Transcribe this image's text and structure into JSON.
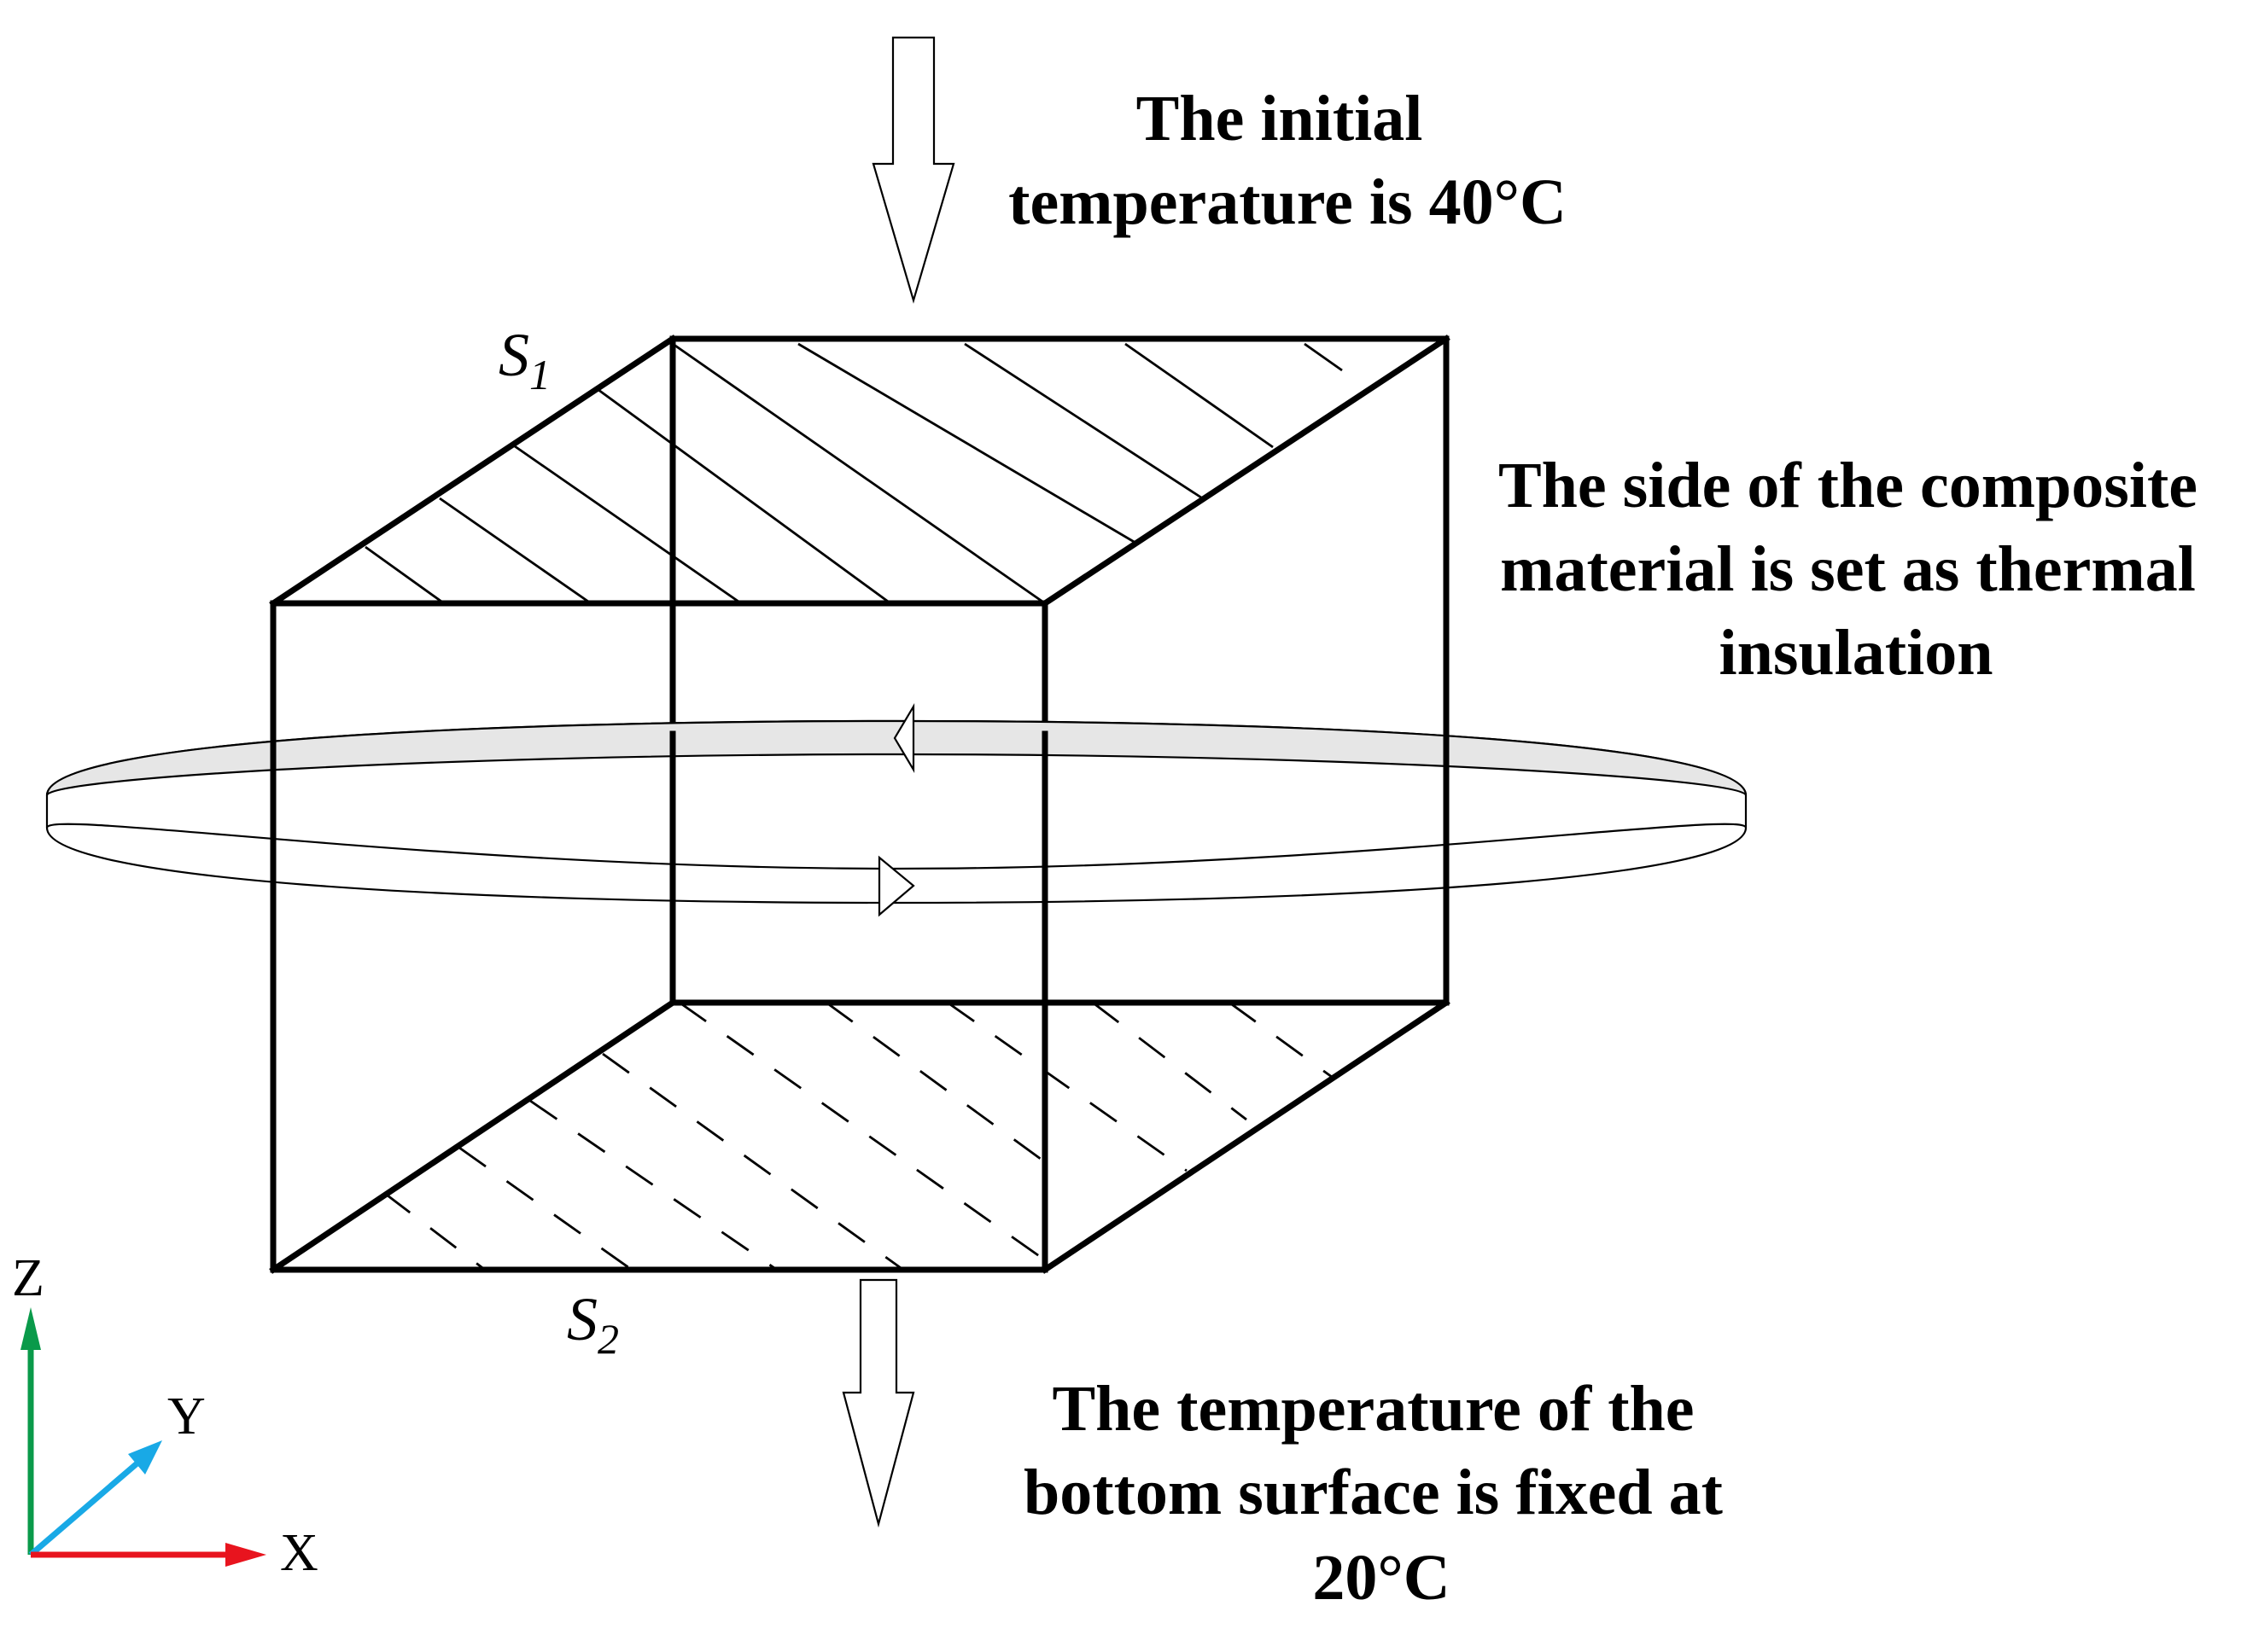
{
  "captions": {
    "top_line1": "The initial",
    "top_line2": "temperature is 40°C",
    "side_line1": "The side of the composite",
    "side_line2": "material is set as thermal",
    "side_line3": "insulation",
    "bottom_line1": "The temperature of the",
    "bottom_line2": "bottom surface is fixed at",
    "bottom_line3": "20°C"
  },
  "faces": {
    "top": {
      "letter": "S",
      "subscript": "1"
    },
    "bottom": {
      "letter": "S",
      "subscript": "2"
    }
  },
  "axes": {
    "z": {
      "label": "Z",
      "color": "#0a9a4a"
    },
    "y": {
      "label": "Y",
      "color": "#19a9e6"
    },
    "x": {
      "label": "X",
      "color": "#e8141e"
    }
  },
  "colors": {
    "edges": "#000000",
    "ring_fill": "#e6e6e6"
  }
}
